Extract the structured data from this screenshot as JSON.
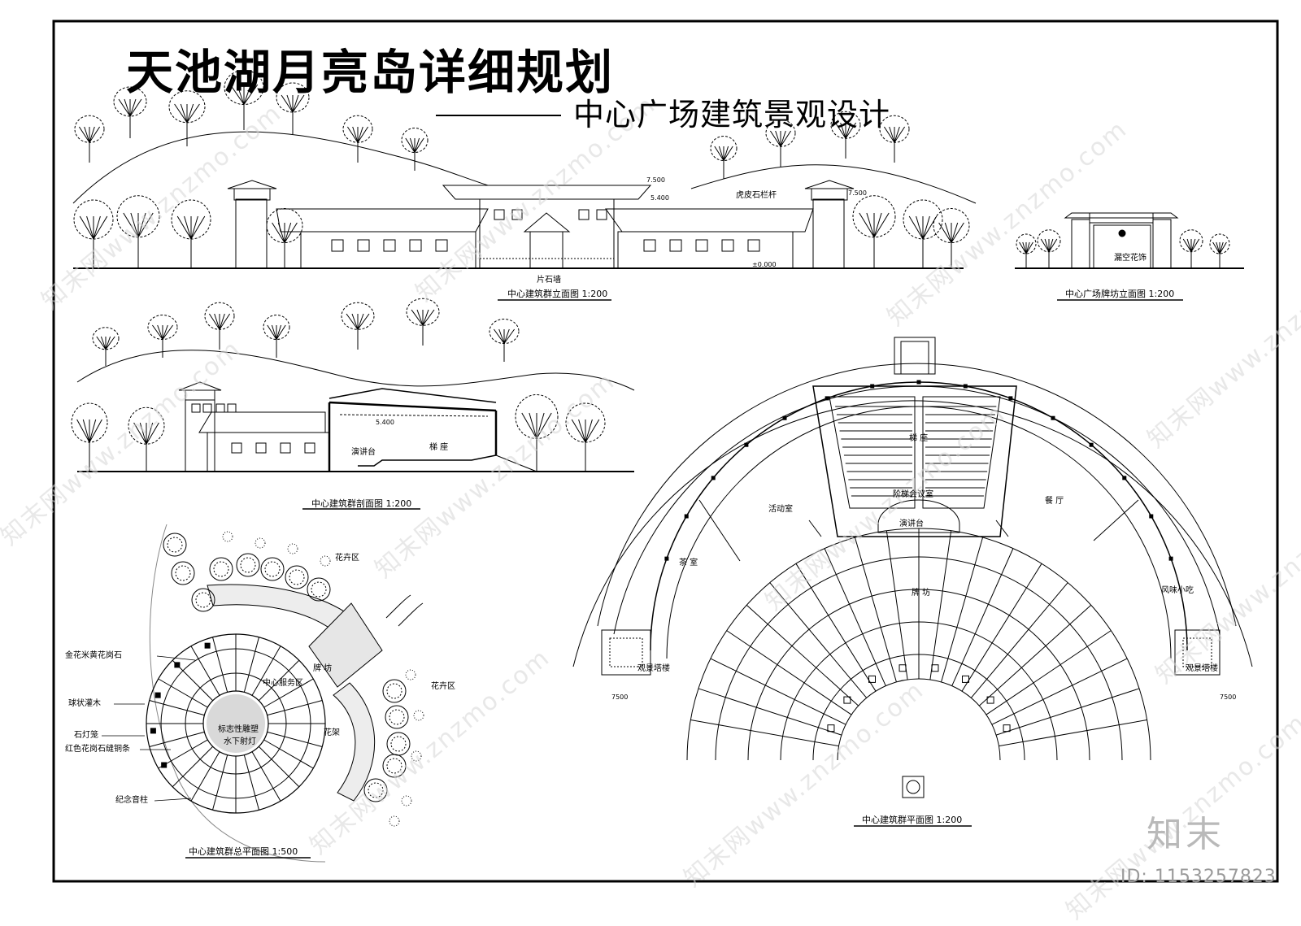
{
  "title": {
    "main": "天池湖月亮岛详细规划",
    "subtitle": "中心广场建筑景观设计"
  },
  "drawings": {
    "elevation_caption": "中心建筑群立面图   1:200",
    "gate_caption": "中心广场牌坊立面图   1:200",
    "section_caption": "中心建筑群剖面图   1:200",
    "site_plan_caption": "中心建筑群总平面图   1:500",
    "floor_plan_caption": "中心建筑群平面图   1:200"
  },
  "elevation_labels": {
    "stone_wall": "片石墙",
    "railing": "虎皮石栏杆",
    "elev_top": "7.500",
    "elev_mid": "5.400",
    "elev_right": "7.500",
    "elev_base": "±0.000"
  },
  "gate_labels": {
    "ornament": "漏空花饰"
  },
  "section_labels": {
    "podium": "演讲台",
    "seating": "梯 座",
    "elev_roof": "5.400"
  },
  "site_plan_labels": {
    "flower_bed_top": "花卉区",
    "flower_bed_right": "花卉区",
    "central_service": "中心服务区",
    "archway": "牌 坊",
    "pergola": "花架",
    "sculpture": "标志性雕塑",
    "underwater_light": "水下射灯",
    "callouts": [
      "金花米黄花岗石",
      "球状灌木",
      "石灯笼",
      "红色花岗石缝铜条",
      "纪念音柱"
    ]
  },
  "floor_plan_labels": {
    "seating": "梯 座",
    "hall": "阶梯会议室",
    "podium": "演讲台",
    "activity": "活动室",
    "restaurant": "餐 厅",
    "tea_room": "茶 室",
    "snacks": "风味小吃",
    "archway": "牌 坊",
    "tower_left": "观景塔楼",
    "tower_right": "观景塔楼",
    "dim_left": "7500",
    "dim_right": "7500"
  },
  "branding": {
    "logo_text": "知末",
    "id_text": "ID: 1153257823",
    "watermark": "知末网www.znzmo.com"
  }
}
